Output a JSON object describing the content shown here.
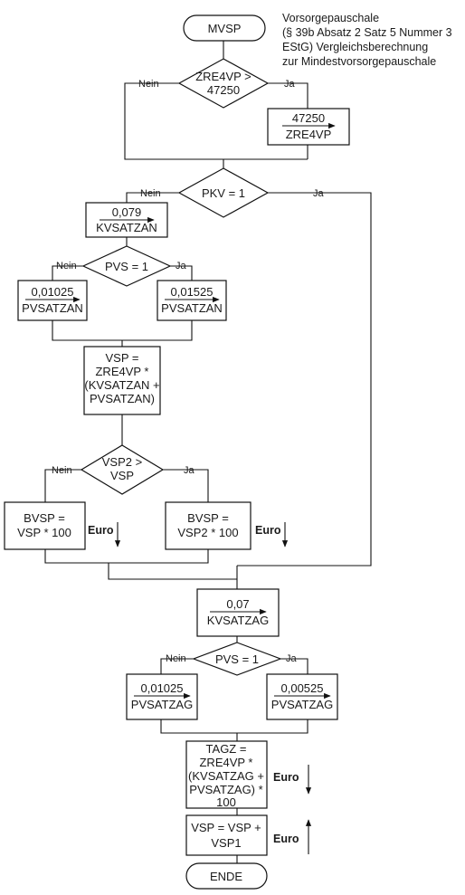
{
  "start": {
    "label": "MVSP"
  },
  "note": {
    "lines": [
      "Vorsorgepauschale",
      "(§ 39b Absatz 2 Satz 5 Nummer 3",
      "EStG) Vergleichsberechnung",
      "zur Mindestvorsorgepauschale"
    ]
  },
  "decision_zre4vp": {
    "lines": [
      "ZRE4VP >",
      "47250"
    ],
    "no": "Nein",
    "yes": "Ja"
  },
  "assign_zre4vp": {
    "value": "47250",
    "target": "ZRE4VP"
  },
  "decision_pkv": {
    "lines": [
      "PKV = 1"
    ],
    "no": "Nein",
    "yes": "Ja"
  },
  "assign_kvsatzan": {
    "value": "0,079",
    "target": "KVSATZAN"
  },
  "decision_pvs_an": {
    "lines": [
      "PVS = 1"
    ],
    "no": "Nein",
    "yes": "Ja"
  },
  "assign_pvsatzan_no": {
    "value": "0,01025",
    "target": "PVSATZAN"
  },
  "assign_pvsatzan_yes": {
    "value": "0,01525",
    "target": "PVSATZAN"
  },
  "calc_vsp": {
    "lines": [
      "VSP =",
      "ZRE4VP *",
      "(KVSATZAN +",
      "PVSATZAN)"
    ]
  },
  "decision_vsp2": {
    "lines": [
      "VSP2 >",
      "VSP"
    ],
    "no": "Nein",
    "yes": "Ja"
  },
  "calc_bvsp_no": {
    "lines": [
      "BVSP =",
      "VSP * 100"
    ],
    "unit": "Euro"
  },
  "calc_bvsp_yes": {
    "lines": [
      "BVSP =",
      "VSP2 * 100"
    ],
    "unit": "Euro"
  },
  "assign_kvsatzag": {
    "value": "0,07",
    "target": "KVSATZAG"
  },
  "decision_pvs_ag": {
    "lines": [
      "PVS = 1"
    ],
    "no": "Nein",
    "yes": "Ja"
  },
  "assign_pvsatzag_no": {
    "value": "0,01025",
    "target": "PVSATZAG"
  },
  "assign_pvsatzag_yes": {
    "value": "0,00525",
    "target": "PVSATZAG"
  },
  "calc_tagz": {
    "lines": [
      "TAGZ =",
      "ZRE4VP *",
      "(KVSATZAG +",
      "PVSATZAG) *",
      "100"
    ],
    "unit": "Euro"
  },
  "calc_vsp_sum": {
    "lines": [
      "VSP = VSP +",
      "VSP1"
    ],
    "unit": "Euro"
  },
  "end": {
    "label": "ENDE"
  }
}
